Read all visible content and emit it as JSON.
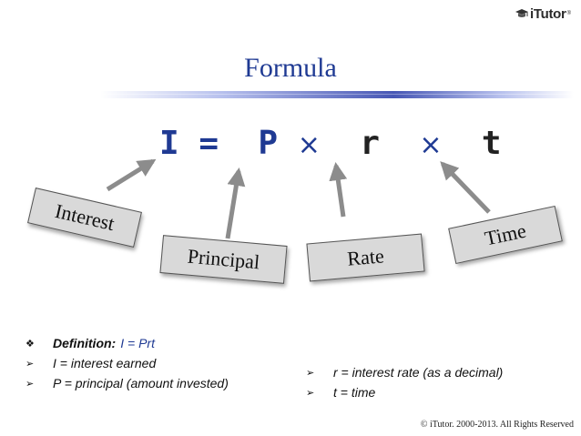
{
  "logo": {
    "brand": "iTutor",
    "reg": "®"
  },
  "title": "Formula",
  "formula": {
    "I": "I",
    "eq": "=",
    "P": "P",
    "times1": "×",
    "r": "r",
    "times2": "×",
    "t": "t"
  },
  "labels": {
    "interest": "Interest",
    "principal": "Principal",
    "rate": "Rate",
    "time": "Time"
  },
  "left_list": {
    "definition_label": "Definition:",
    "definition_value": "I = Prt",
    "items": [
      "I = interest earned",
      "P = principal (amount invested)"
    ]
  },
  "right_list": {
    "items": [
      "r = interest rate (as a decimal)",
      "t = time"
    ]
  },
  "footer": "© iTutor. 2000-2013. All Rights Reserved",
  "colors": {
    "title": "#1f3a93",
    "label_bg": "#d9d9d9",
    "arrow": "#8c8c8c"
  }
}
